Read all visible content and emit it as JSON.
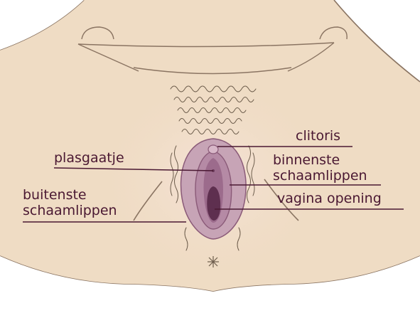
{
  "labels": {
    "clitoris": "clitoris",
    "plasgaatje": "plasgaatje",
    "binnenste_line1": "binnenste",
    "binnenste_line2": "schaamlippen",
    "vagina": "vagina opening",
    "buitenste_line1": "buitenste",
    "buitenste_line2": "schaamlippen"
  },
  "colors": {
    "background": "#ffffff",
    "skin": "#efdcc4",
    "skin_outline": "#8a7462",
    "hair": "#6d5d4c",
    "outer_labia": "#c7a4b6",
    "inner_labia": "#9c6b8c",
    "opening": "#5e2f4f",
    "leader_line": "#4a1832",
    "text": "#4a1832"
  }
}
